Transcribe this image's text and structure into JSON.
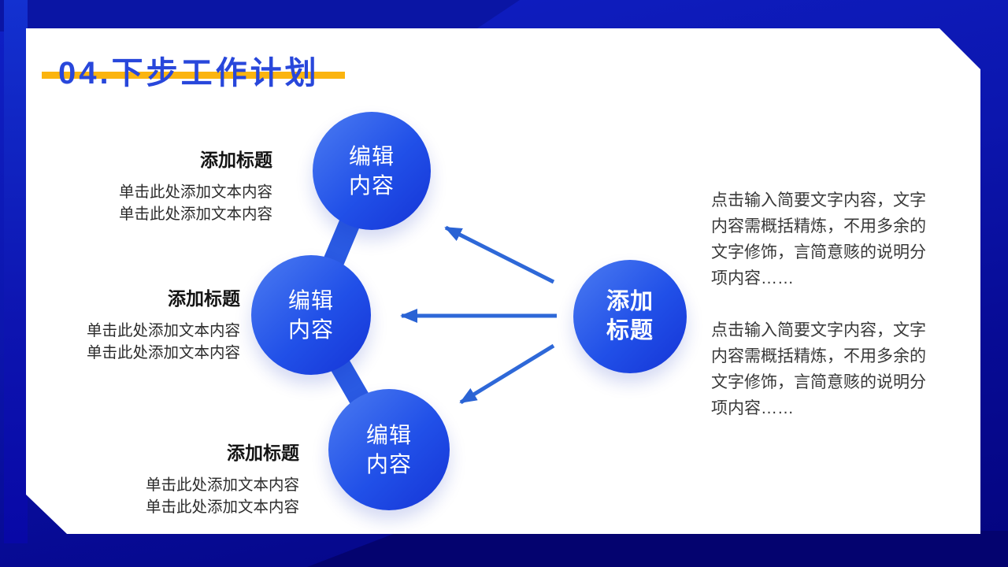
{
  "title": {
    "text": "04.下步工作计划",
    "color": "#2847DB",
    "underline_color": "#FBB40F"
  },
  "item_blocks": [
    {
      "heading": "添加标题",
      "lines": [
        "单击此处添加文本内容",
        "单击此处添加文本内容"
      ]
    },
    {
      "heading": "添加标题",
      "lines": [
        "单击此处添加文本内容",
        "单击此处添加文本内容"
      ]
    },
    {
      "heading": "添加标题",
      "lines": [
        "单击此处添加文本内容",
        "单击此处添加文本内容"
      ]
    }
  ],
  "nodes": {
    "edit1": {
      "line1": "编辑",
      "line2": "内容"
    },
    "edit2": {
      "line1": "编辑",
      "line2": "内容"
    },
    "edit3": {
      "line1": "编辑",
      "line2": "内容"
    },
    "source": {
      "line1": "添加",
      "line2": "标题"
    }
  },
  "paragraphs": [
    {
      "text": "点击输入简要文字内容，文字内容需概括精炼，不用多余的文字修饰，言简意赅的说明分项内容……"
    },
    {
      "text": "点击输入简要文字内容，文字内容需概括精炼，不用多余的文字修饰，言简意赅的说明分项内容……"
    }
  ],
  "colors": {
    "background_base": "#0C17B0",
    "background_dark": "#04047E",
    "card": "#FFFFFF",
    "node_gradient_start": "#4C7CF1",
    "node_gradient_end": "#1534D6",
    "connector": "#2A5AE2",
    "arrow": "#2E68D8"
  }
}
